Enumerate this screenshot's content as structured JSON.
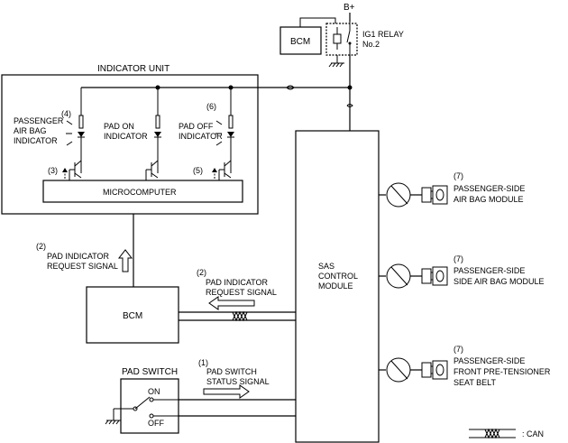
{
  "power": {
    "bplus": "B+"
  },
  "bcm_top": {
    "label": "BCM"
  },
  "relay": {
    "line1": "IG1 RELAY",
    "line2": "No.2"
  },
  "indicator_unit": {
    "title": "INDICATOR UNIT",
    "microcomputer": "MICROCOMPUTER"
  },
  "indicators": {
    "passenger": {
      "num": "(4)",
      "line1": "PASSENGER",
      "line2": "AIR BAG",
      "line3": "INDICATOR"
    },
    "pad_on": {
      "line1": "PAD ON",
      "line2": "INDICATOR"
    },
    "pad_off": {
      "num": "(6)",
      "line1": "PAD OFF",
      "line2": "INDICATOR"
    },
    "num3": "(3)",
    "num5": "(5)"
  },
  "signals": {
    "req_left": {
      "num": "(2)",
      "line1": "PAD INDICATOR",
      "line2": "REQUEST  SIGNAL"
    },
    "req_mid": {
      "num": "(2)",
      "line1": "PAD INDICATOR",
      "line2": "REQUEST  SIGNAL"
    },
    "switch_status": {
      "num": "(1)",
      "line1": "PAD SWITCH",
      "line2": "STATUS SIGNAL"
    }
  },
  "bcm_mid": {
    "label": "BCM"
  },
  "pad_switch": {
    "title": "PAD SWITCH",
    "on": "ON",
    "off": "OFF"
  },
  "sas": {
    "line1": "SAS",
    "line2": "CONTROL",
    "line3": "MODULE"
  },
  "modules": [
    {
      "num": "(7)",
      "line1": "PASSENGER-SIDE",
      "line2": "AIR BAG MODULE",
      "line3": ""
    },
    {
      "num": "(7)",
      "line1": "PASSENGER-SIDE",
      "line2": "SIDE AIR BAG MODULE",
      "line3": ""
    },
    {
      "num": "(7)",
      "line1": "PASSENGER-SIDE",
      "line2": "FRONT PRE-TENSIONER",
      "line3": "SEAT BELT"
    }
  ],
  "legend": {
    "can": ": CAN"
  }
}
